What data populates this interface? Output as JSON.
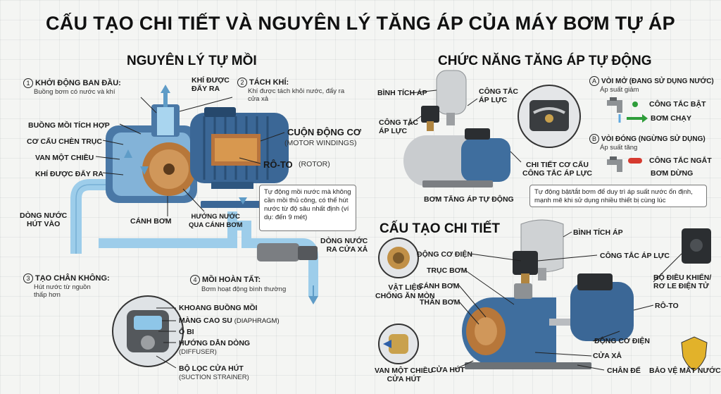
{
  "title": "CẤU TẠO CHI TIẾT VÀ NGUYÊN LÝ TĂNG ÁP CỦA MÁY BƠM TỰ ÁP",
  "left_section": {
    "heading": "NGUYÊN LÝ TỰ MỒI",
    "step1": {
      "num": "1",
      "title": "KHỞI ĐỘNG BAN ĐẦU:",
      "text": "Buồng bơm có nước và khí"
    },
    "air_out_top": "KHÍ ĐƯỢC\nĐẨY RA",
    "step2": {
      "num": "2",
      "title": "TÁCH KHÍ:",
      "text": "Khí được tách khỏi nước, đẩy ra\ncửa xả"
    },
    "labels_left": [
      "BUỒNG MỒI TÍCH HỢP",
      "CƠ CẤU CHÈN TRỤC",
      "VAN MỘT CHIỀU",
      "KHÍ ĐƯỢC ĐẨY RA"
    ],
    "motor_winding": "CUỘN ĐỘNG CƠ",
    "motor_winding_en": "(MOTOR WINDINGS)",
    "rotor": "RÔ-TO",
    "rotor_en": "(ROTOR)",
    "note": "Tự động mồi nước mà không cần mồi thủ công, có thể hút nước từ độ sâu nhất định (ví dụ: đến 9 mét)",
    "water_in": "DÒNG NƯỚC\nHÚT VÀO",
    "impeller": "CÁNH BƠM",
    "flow_through": "HƯỚNG NƯỚC\nQUA CÁNH BƠM",
    "water_out": "DÒNG NƯỚC\nRA CỬA XẢ",
    "step3": {
      "num": "3",
      "title": "TẠO CHÂN KHÔNG:",
      "text": "Hút nước từ nguồn\nthấp hơn"
    },
    "step4": {
      "num": "4",
      "title": "MỒI HOÀN TẤT:",
      "text": "Bơm hoạt động bình thường"
    },
    "detail": {
      "chamber": "KHOANG BUỒNG MỒI",
      "diaphragm": "MÀNG CAO SU",
      "diaphragm_en": "(DIAPHRAGM)",
      "bearing": "Ổ BI",
      "diffuser": "HƯỚNG DẪN DÒNG",
      "diffuser_en": "(DIFFUSER)",
      "strainer": "BỘ LỌC CỬA HÚT",
      "strainer_en": "(SUCTION STRAINER)"
    }
  },
  "right_top": {
    "heading": "CHỨC NĂNG TĂNG ÁP TỰ ĐỘNG",
    "tank": "BÌNH TÍCH ÁP",
    "switch1": "CÔNG TẮC\nÁP LỰC",
    "switch2": "CÔNG TẮC\nÁP LỰC",
    "switch_detail": "CHI TIẾT CƠ CẤU\nCÔNG TẮC ÁP LỰC",
    "pump_caption": "BƠM TĂNG ÁP TỰ ĐỘNG",
    "state_a": {
      "letter": "A",
      "title": "VÒI MỞ (ĐANG SỬ DỤNG NƯỚC)",
      "pressure": "Áp suất giảm",
      "switch_state": "CÔNG TẮC BẬT",
      "pump_state": "BƠM CHẠY"
    },
    "state_b": {
      "letter": "B",
      "title": "VÒI ĐÓNG (NGỪNG SỬ DỤNG)",
      "pressure": "Áp suất tăng",
      "switch_state": "CÔNG TẮC NGẮT",
      "pump_state": "BƠM DỪNG"
    },
    "note": "Tự động bật/tắt bơm để duy trì áp suất nước ổn định, mạnh mẽ khi sử dụng nhiều thiết bị cùng lúc"
  },
  "right_bottom": {
    "heading": "CẤU TẠO CHI TIẾT",
    "corrosion": "VẬT LIỆU\nCHỐNG ĂN MÒN",
    "check_valve": "VAN MỘT CHIỀU\nCỬA HÚT",
    "labels_left": [
      "ĐỘNG CƠ ĐIỆN",
      "TRỤC BƠM",
      "CÁNH BƠM",
      "THÂN BƠM"
    ],
    "suction": "CỬA HÚT",
    "base": "CHÂN ĐẾ",
    "discharge": "CỬA XẢ",
    "tank": "BÌNH TÍCH ÁP",
    "switch": "CÔNG TẮC ÁP LỰC",
    "controller": "BỘ ĐIỀU KHIỂN/\nRƠ LE ĐIỆN TỬ",
    "rotor": "RÔ-TO",
    "motor": "ĐỘNG CƠ ĐIỆN",
    "protect": "BẢO VỆ MẤT NƯỚC"
  },
  "colors": {
    "pump_blue": "#3f6e9e",
    "water": "#8ec6e8",
    "green": "#2e9d3a",
    "red": "#d63a2f"
  }
}
